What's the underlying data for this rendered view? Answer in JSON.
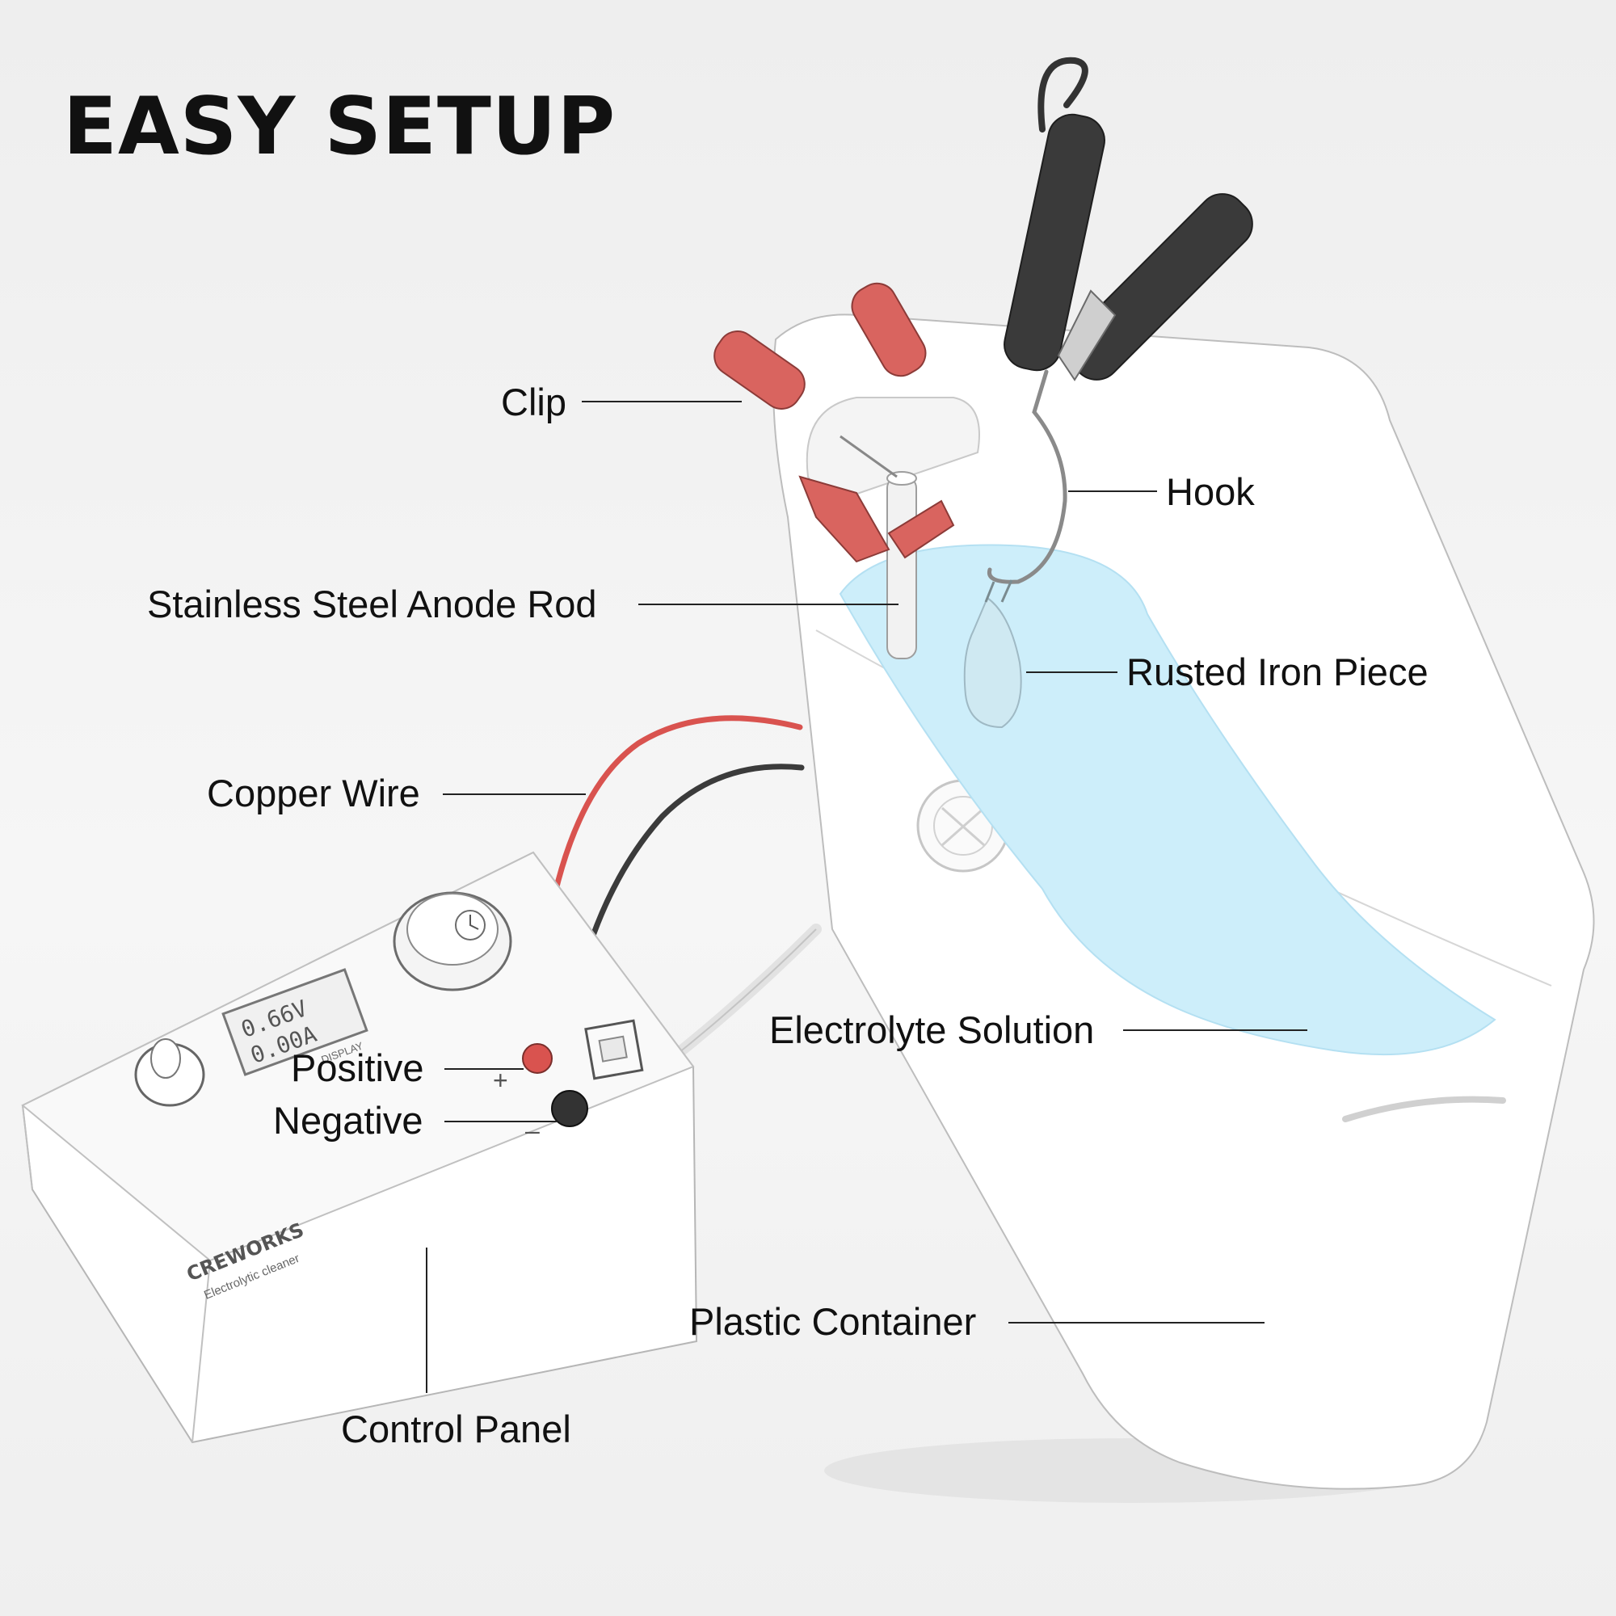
{
  "title": "EASY SETUP",
  "labels": {
    "clip": "Clip",
    "hook": "Hook",
    "anode_rod": "Stainless Steel Anode Rod",
    "rusted_iron": "Rusted Iron Piece",
    "copper_wire": "Copper Wire",
    "electrolyte": "Electrolyte Solution",
    "positive": "Positive",
    "negative": "Negative",
    "plastic_container": "Plastic Container",
    "control_panel": "Control Panel"
  },
  "device": {
    "brand": "CREWORKS",
    "subtitle": "Electrolytic cleaner",
    "display_voltage": "0.66V",
    "display_current": "0.00A",
    "display_label": "DISPLAY",
    "plus_sign": "+",
    "minus_sign": "–"
  },
  "colors": {
    "red_clip": "#d9645f",
    "black_clip": "#3a3a3a",
    "electrolyte": "#cdeefa",
    "wire_red": "#d9534f",
    "wire_black": "#3b3b3b"
  }
}
